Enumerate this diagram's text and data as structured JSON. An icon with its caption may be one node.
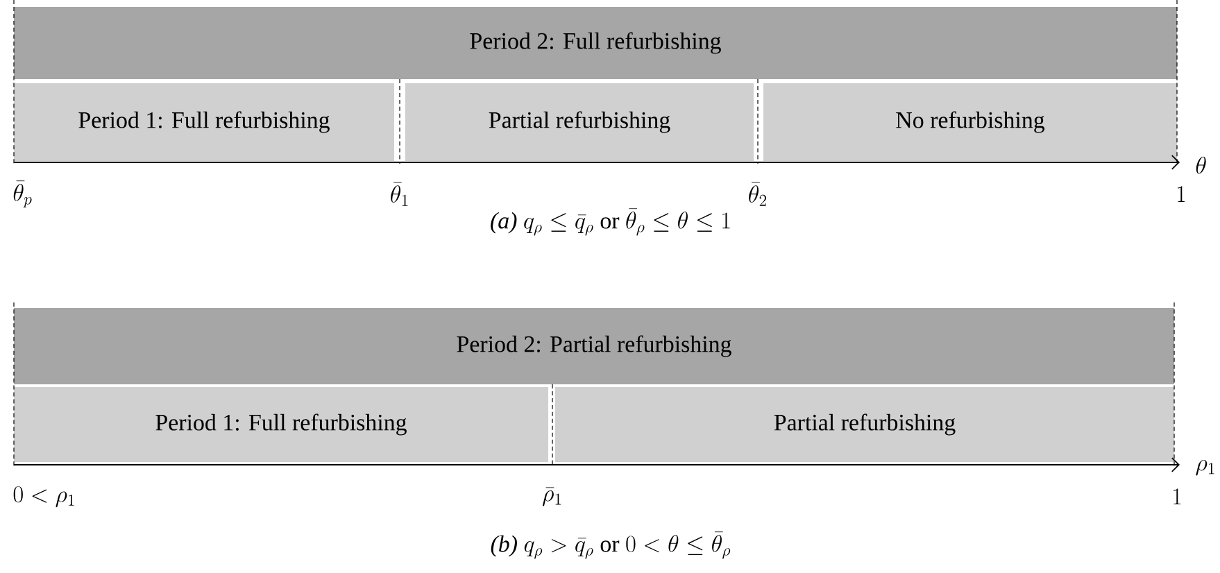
{
  "diagram": {
    "nodes": [
      {
        "text": [
          "Period 2: Full refurbishing"
        ]
      },
      {
        "text": [
          "Period 1: Full refurbishing"
        ]
      },
      {
        "text": [
          "Partial refurbishing"
        ]
      },
      {
        "text": [
          "No refurbishing"
        ]
      },
      {
        "text": [
          "Period 2: Partial refurbishing"
        ]
      },
      {
        "text": [
          "Period 1: Full refurbishing"
        ]
      },
      {
        "text": [
          "Partial refurbishing"
        ]
      }
    ],
    "edges": [],
    "labels": [
      "\\theta",
      "\\bar{\\theta}_p",
      "\\bar{\\theta}_1",
      "\\bar{\\theta}_2",
      "1",
      "\\textit{(a)}\\ q_\\rho \\le \\bar{q}_\\rho \\text{ or } \\bar{\\theta}_\\rho \\le \\theta \\le 1",
      "\\rho_1",
      "0 < \\rho_1",
      "\\bar{\\rho}_1",
      "1",
      "\\textit{(b)}\\ q_\\rho > \\bar{q}_\\rho \\text{ or } 0 < \\theta \\le \\bar{\\theta}_\\rho"
    ]
  }
}
